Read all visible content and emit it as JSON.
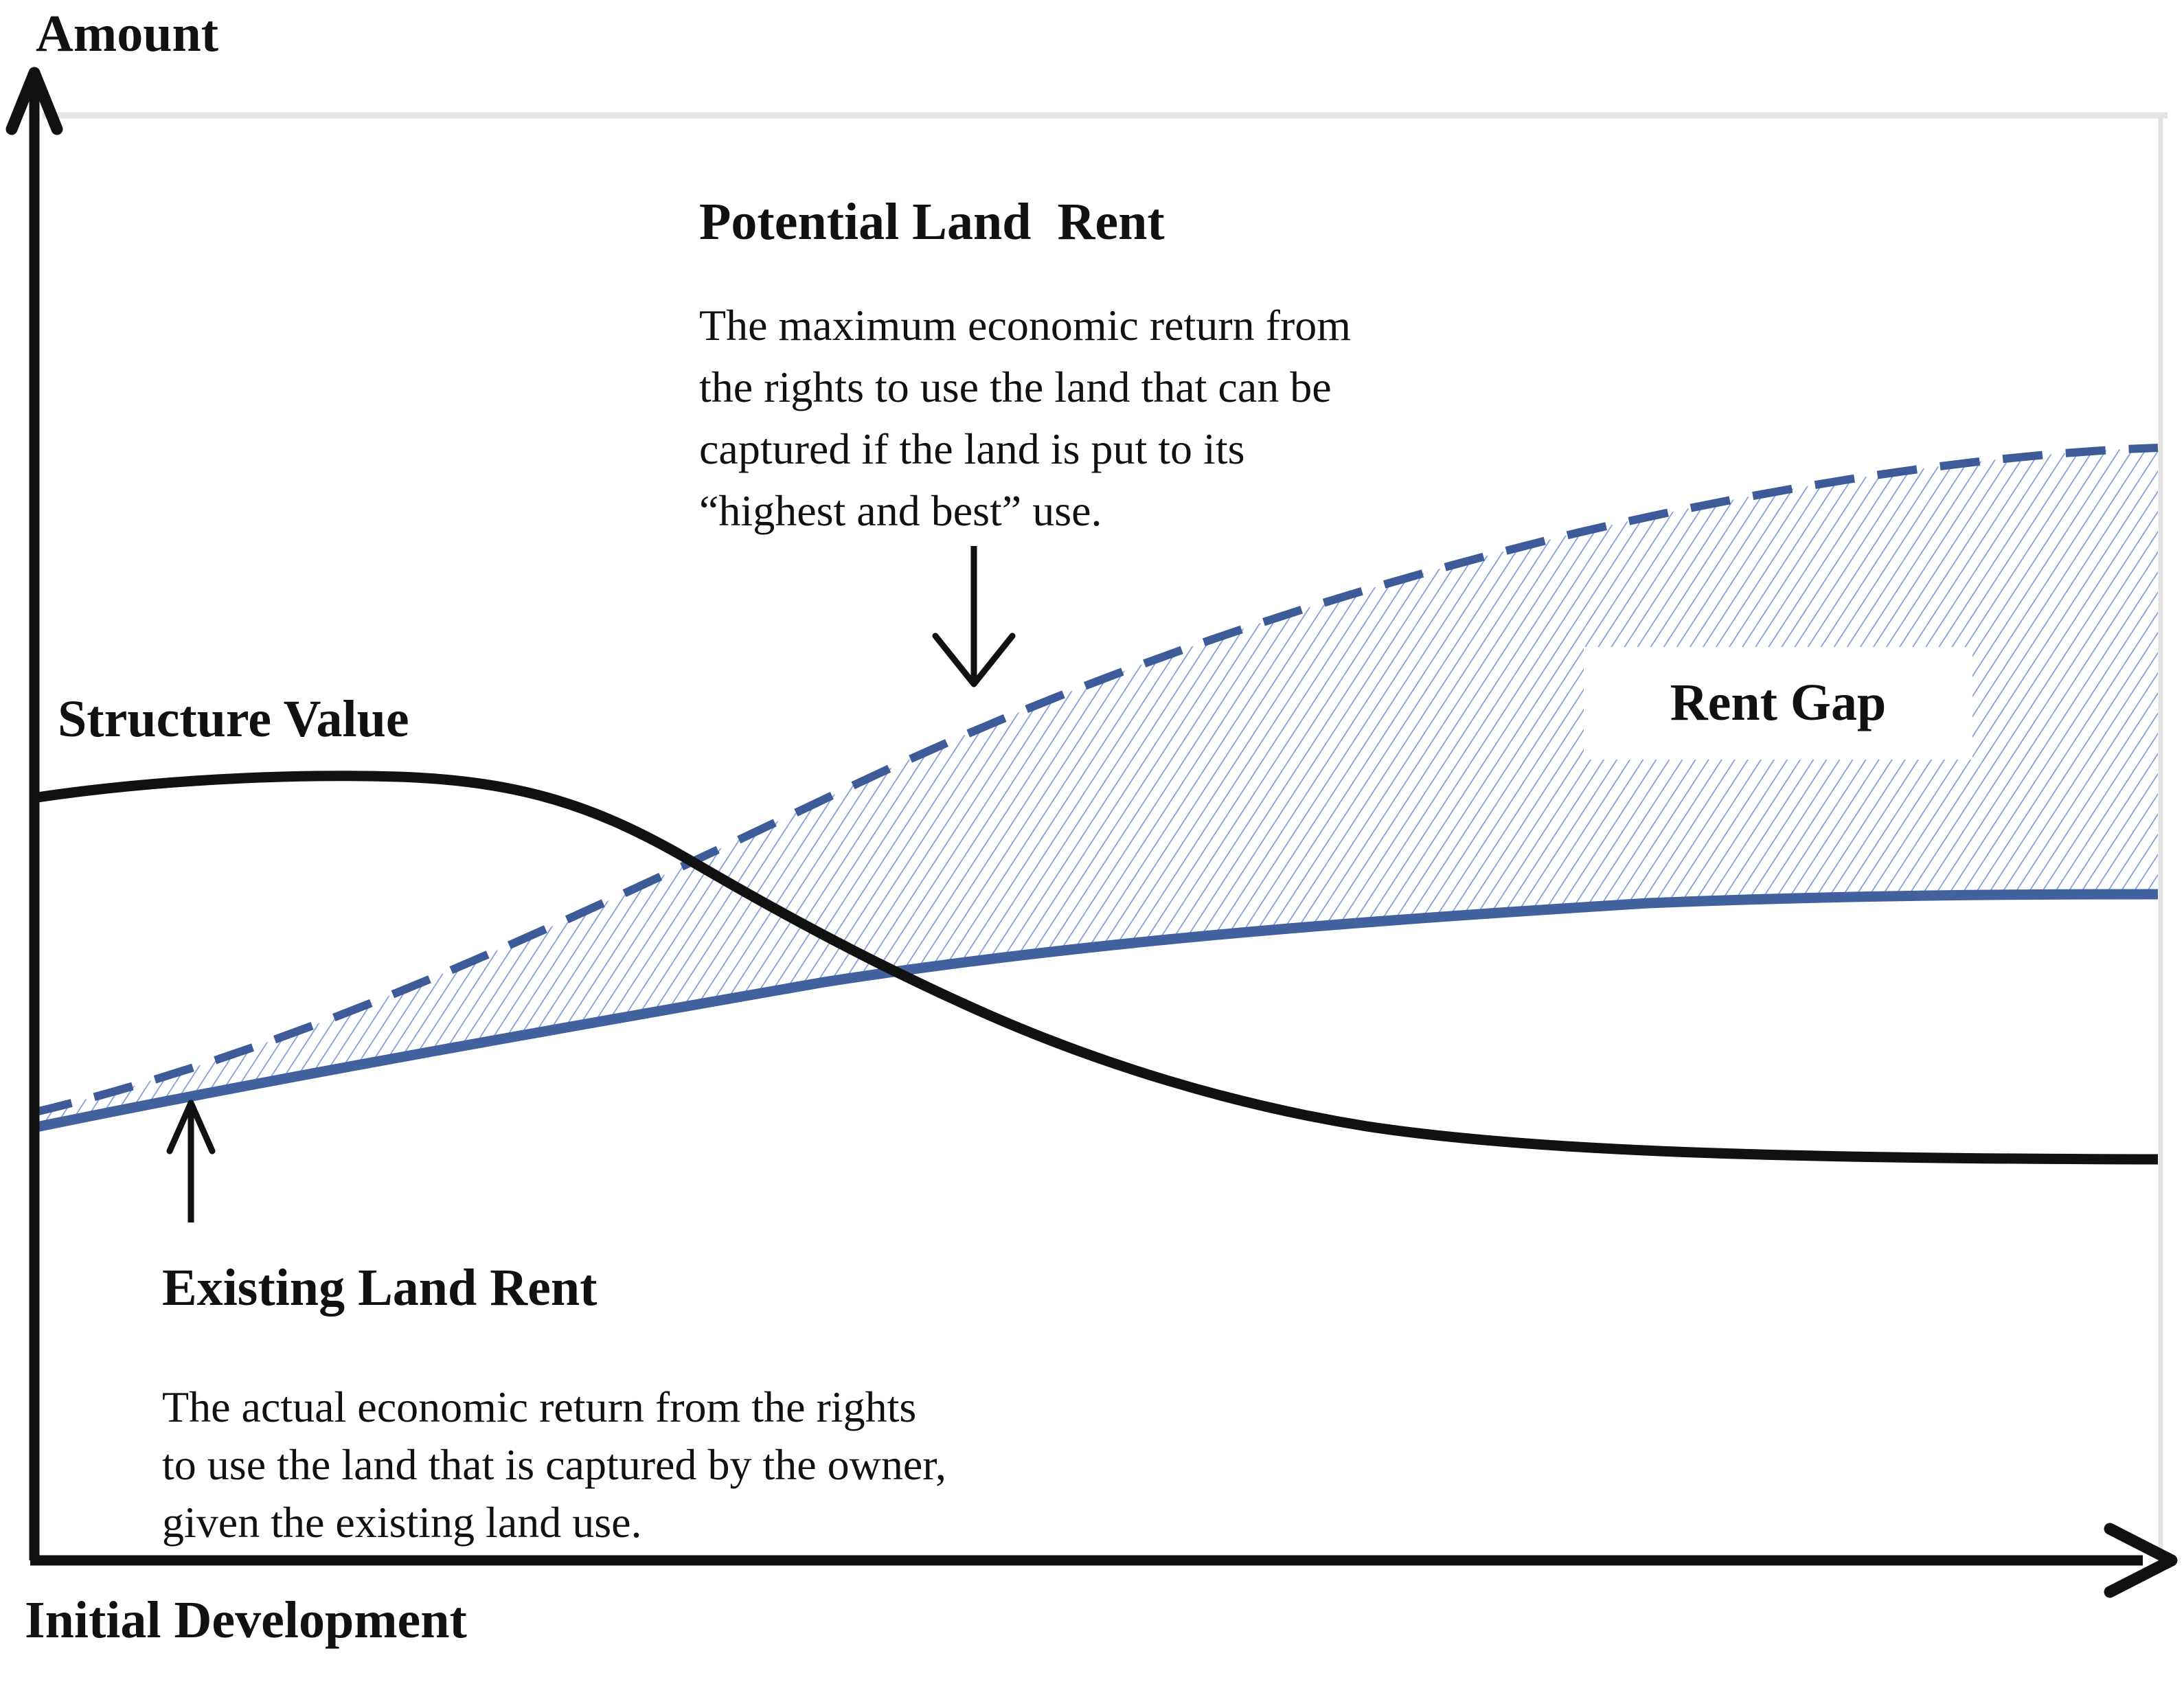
{
  "figure": {
    "y_axis_label": "Amount",
    "x_axis_label": "Initial Development",
    "structure_value_label": "Structure Value",
    "rent_gap_label": "Rent Gap",
    "potential": {
      "heading": "Potential Land  Rent",
      "body": "The maximum economic return from\nthe rights to use the land that can be\ncaptured if the land is put to its\n“highest and best” use."
    },
    "existing": {
      "heading": "Existing Land Rent",
      "body": "The actual economic return from the rights\nto use the land that is captured by the owner,\ngiven the existing land use."
    }
  },
  "colors": {
    "ink": "#111111",
    "line_blue": "#41619f",
    "dash_blue": "#3d5b99",
    "hatch_blue": "#7f9bd8",
    "frame_gray": "#e3e3e3",
    "paper": "#ffffff"
  },
  "chart_data": {
    "type": "line",
    "title": "Rent Gap diagram",
    "xlabel": "Initial Development",
    "ylabel": "Amount",
    "axes_numeric": false,
    "grid": false,
    "legend_position": "labels-on-plot",
    "x_percent_of_axis": [
      0,
      10,
      20,
      30,
      40,
      50,
      60,
      70,
      80,
      90,
      100
    ],
    "series": [
      {
        "name": "Structure Value",
        "style": "solid-black",
        "values": [
          52.8,
          54.1,
          54.0,
          49.0,
          41.7,
          35.7,
          31.4,
          29.1,
          28.1,
          27.9,
          27.7
        ]
      },
      {
        "name": "Existing Land Rent",
        "style": "solid-blue",
        "values": [
          30.0,
          32.9,
          36.0,
          38.5,
          40.5,
          42.2,
          43.6,
          44.8,
          45.6,
          46.0,
          46.1
        ]
      },
      {
        "name": "Potential Land Rent",
        "style": "dashed-blue",
        "values": [
          31.0,
          34.8,
          40.5,
          46.9,
          53.3,
          59.5,
          65.0,
          70.0,
          73.9,
          76.2,
          77.0
        ]
      }
    ],
    "shaded_region": {
      "name": "Rent Gap",
      "between": [
        "Potential Land Rent",
        "Existing Land Rent"
      ],
      "fill": "blue diagonal hatch"
    },
    "ylim_units": "relative amount (0-100, unlabeled axis)",
    "annotations": [
      "Potential Land Rent: The maximum economic return from the rights to use the land that can be captured if the land is put to its “highest and best” use.",
      "Existing Land Rent: The actual economic return from the rights to use the land that is captured by the owner, given the existing land use."
    ]
  }
}
